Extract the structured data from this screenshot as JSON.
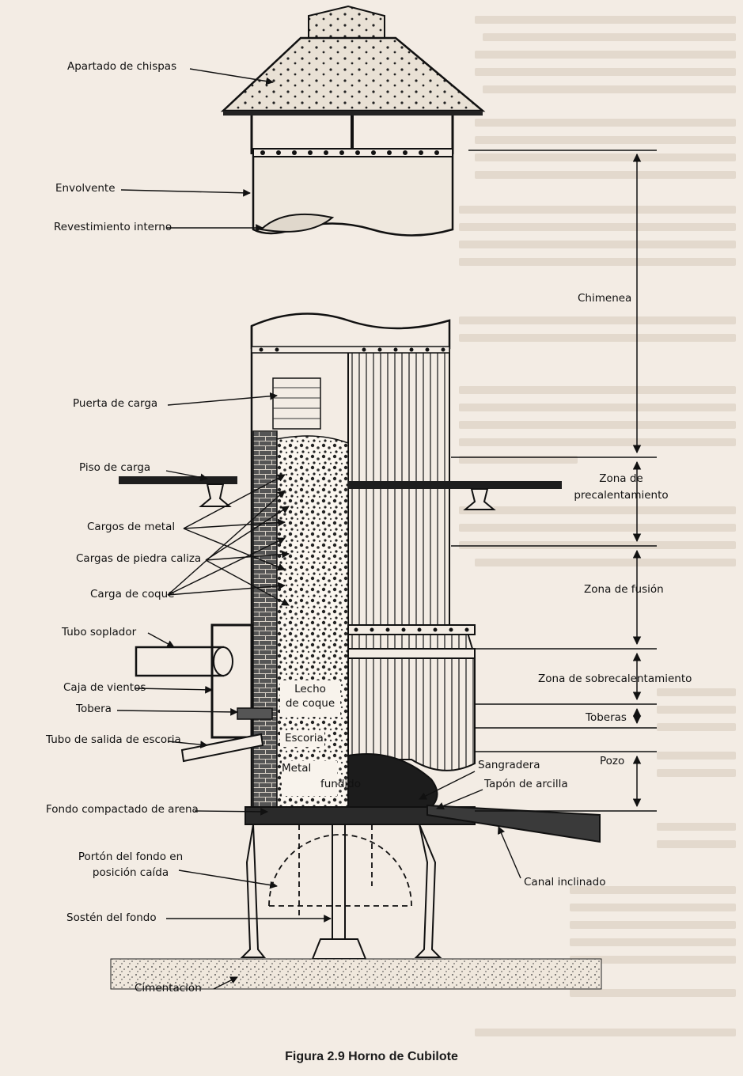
{
  "caption": "Figura 2.9 Horno de Cubilote",
  "labels_left": {
    "spark_arrester": "Apartado de chispas",
    "shell": "Envolvente",
    "inner_lining": "Revestimiento interno",
    "charging_door": "Puerta de carga",
    "charging_floor": "Piso de carga",
    "metal_charges": "Cargos de metal",
    "limestone_charges": "Cargas de piedra caliza",
    "coke_charge": "Carga de coque",
    "blower_pipe": "Tubo soplador",
    "wind_box": "Caja de vientos",
    "tuyere": "Tobera",
    "slag_spout": "Tubo de salida de escoria",
    "sand_bottom": "Fondo compactado de arena",
    "bottom_door_line1": "Portón del fondo en",
    "bottom_door_line2": "posición caída",
    "bottom_support": "Sostén del fondo",
    "foundation": "Cimentación"
  },
  "labels_inside": {
    "coke_bed_line1": "Lecho",
    "coke_bed_line2": "de coque",
    "slag": "Escoria",
    "molten_metal_line1": "Metal",
    "molten_metal_line2": "fundido"
  },
  "labels_right": {
    "chimney": "Chimenea",
    "preheat_line1": "Zona de",
    "preheat_line2": "precalentamiento",
    "melting_zone": "Zona de fusión",
    "superheat_zone": "Zona de sobrecalentamiento",
    "tuyeres": "Toberas",
    "well": "Pozo",
    "tap_hole": "Sangradera",
    "clay_plug": "Tapón de arcilla",
    "inclined_spout": "Canal inclinado"
  }
}
